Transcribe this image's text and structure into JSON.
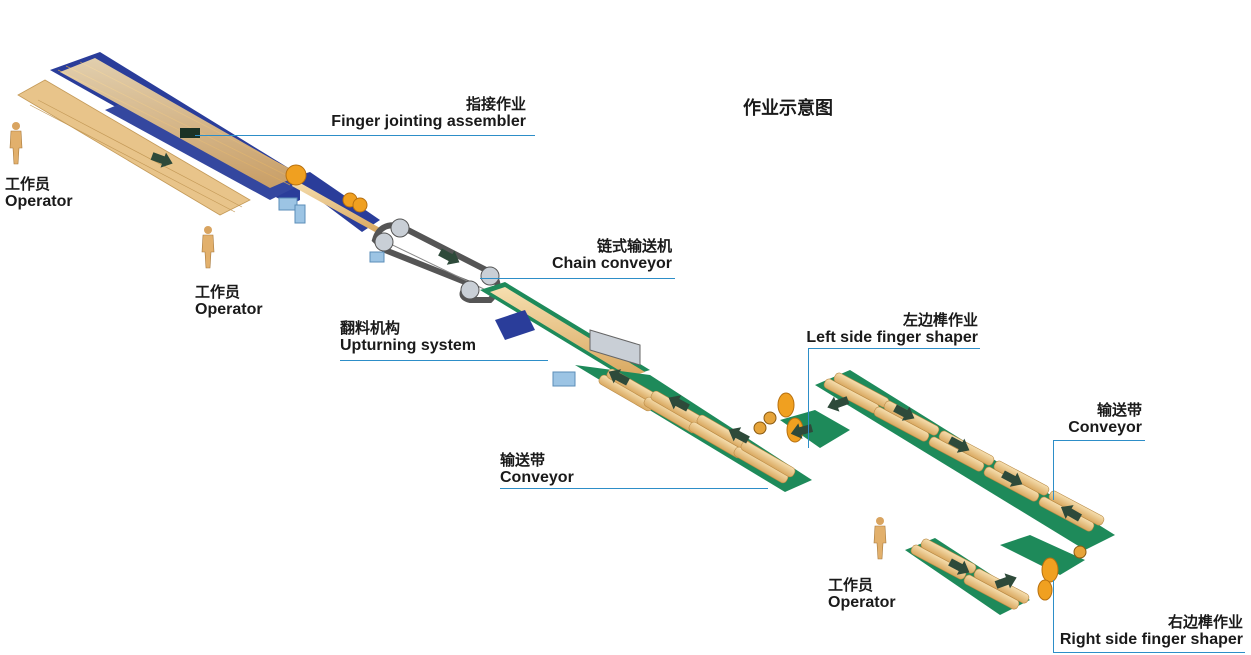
{
  "title": "作业示意图",
  "labels": {
    "finger_jointing": {
      "zh": "指接作业",
      "en": "Finger jointing assembler"
    },
    "chain_conveyor": {
      "zh": "链式输送机",
      "en": "Chain conveyor"
    },
    "upturning": {
      "zh": "翻料机构",
      "en": "Upturning system"
    },
    "conveyor_mid": {
      "zh": "输送带",
      "en": "Conveyor"
    },
    "left_shaper": {
      "zh": "左边榫作业",
      "en": "Left side finger shaper"
    },
    "conveyor_right": {
      "zh": "输送带",
      "en": "Conveyor"
    },
    "right_shaper": {
      "zh": "右边榫作业",
      "en": "Right side finger shaper"
    },
    "operator_1": {
      "zh": "工作员",
      "en": "Operator"
    },
    "operator_2": {
      "zh": "工作员",
      "en": "Operator"
    },
    "operator_3": {
      "zh": "工作员",
      "en": "Operator"
    }
  },
  "colors": {
    "belt_green": "#1e8a5a",
    "assembler_blue": "#2a3d9a",
    "wood": "#e8c48a",
    "leader_line": "#2d8ec8",
    "saw_orange": "#f0a020"
  }
}
